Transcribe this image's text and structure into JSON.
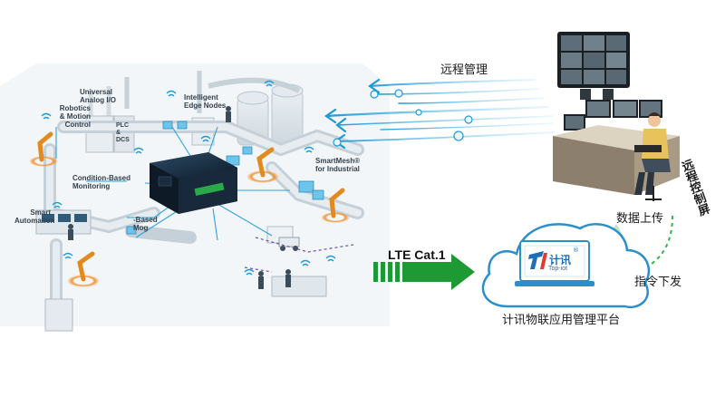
{
  "factory_labels": {
    "universal_io": "Universal\nAnalog I/O",
    "edge_nodes": "Intelligent\nEdge Nodes",
    "robotics": "Robotics\n& Motion\nControl",
    "plc": "PLC\n&\nDCS",
    "condition": "Condition-Based\nMonitoring",
    "smartmesh": "SmartMesh®\nfor Industrial",
    "smart_auto": "Smart\nAutomation",
    "based_mog": "-Based\nMog"
  },
  "flow": {
    "remote_mgmt": "远程管理",
    "data_upload": "数据上传",
    "cmd_down": "指令下发",
    "lte": "LTE Cat.1",
    "remote_ctrl": "远程控制屏"
  },
  "platform": {
    "logo_cn": "计讯",
    "logo_en": "Top-iot",
    "logo_mark": "®",
    "name": "计讯物联应用管理平台"
  },
  "colors": {
    "accent_blue": "#1e9ad6",
    "arrow_green": "#1e9a34",
    "dashed_green": "#37b34a",
    "cloud_stroke": "#2b8fc9"
  }
}
